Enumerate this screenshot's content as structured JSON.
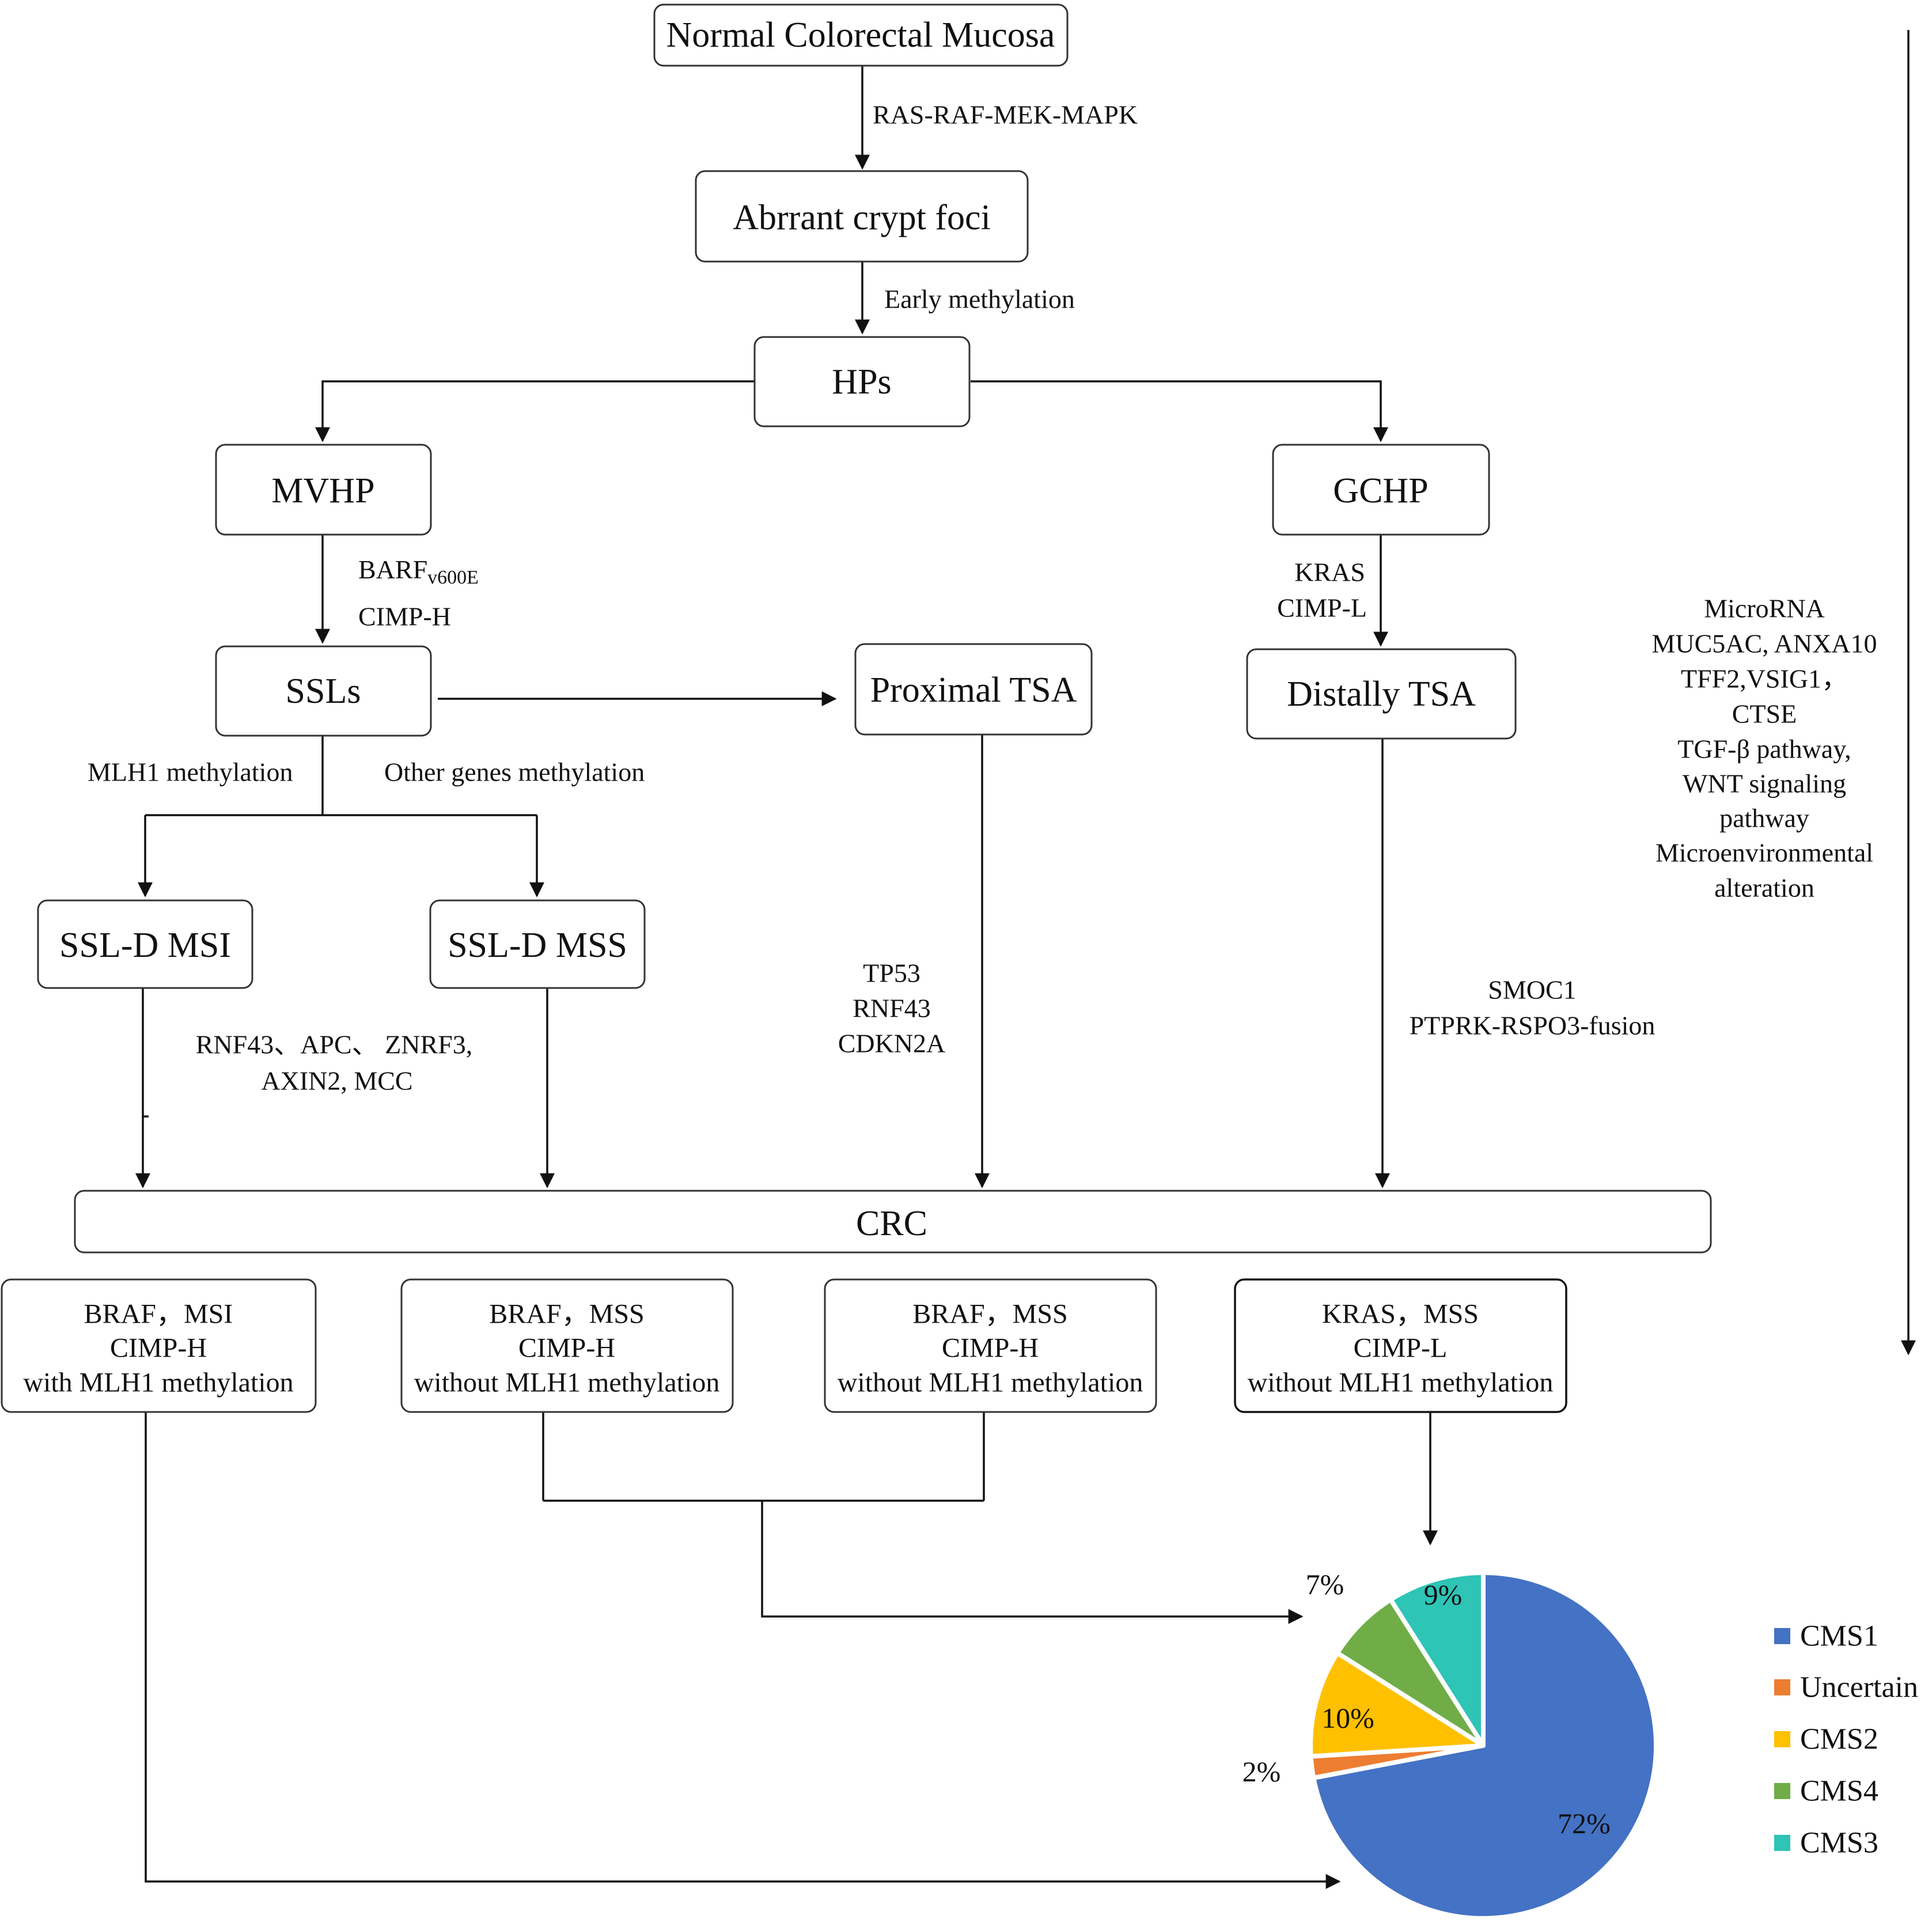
{
  "boxes": {
    "normal": "Normal Colorectal Mucosa",
    "acf": "Abrrant crypt foci",
    "hps": "HPs",
    "mvhp": "MVHP",
    "gchp": "GCHP",
    "ssls": "SSLs",
    "proximal_tsa": "Proximal TSA",
    "distal_tsa": "Distally TSA",
    "ssld_msi": "SSL-D MSI",
    "ssld_mss": "SSL-D MSS",
    "crc": "CRC"
  },
  "edge_labels": {
    "ras": "RAS-RAF-MEK-MAPK",
    "early_methylation": "Early methylation",
    "barf_main": "BARF",
    "barf_sub": "v600E",
    "cimp_h": "CIMP-H",
    "kras": "KRAS",
    "cimp_l": "CIMP-L",
    "mlh1_methylation": "MLH1 methylation",
    "other_methylation": "Other genes methylation",
    "rnf_line1": "RNF43、APC、 ZNRF3,",
    "rnf_line2": "AXIN2, MCC",
    "tp53": "TP53",
    "rnf43": "RNF43",
    "cdkn2a": "CDKN2A",
    "smoc1": "SMOC1",
    "ptprk": "PTPRK-RSPO3-fusion"
  },
  "side_note": [
    "MicroRNA",
    "MUC5AC, ANXA10",
    "TFF2,VSIG1，",
    "CTSE",
    "TGF-β pathway,",
    "WNT signaling",
    "pathway",
    "Microenvironmental",
    "alteration"
  ],
  "subtypes": [
    {
      "line1": "BRAF，MSI",
      "line2": "CIMP-H",
      "line3": "with MLH1 methylation"
    },
    {
      "line1": "BRAF，MSS",
      "line2": "CIMP-H",
      "line3": "without MLH1 methylation"
    },
    {
      "line1": "BRAF，MSS",
      "line2": "CIMP-H",
      "line3": "without MLH1 methylation"
    },
    {
      "line1": "KRAS，MSS",
      "line2": "CIMP-L",
      "line3": "without MLH1 methylation"
    }
  ],
  "chart_data": {
    "type": "pie",
    "slices": [
      {
        "label": "CMS1",
        "value": 72,
        "display": "72%",
        "color": "#4472C4"
      },
      {
        "label": "Uncertain",
        "value": 2,
        "display": "2%",
        "color": "#ED7D31"
      },
      {
        "label": "CMS2",
        "value": 10,
        "display": "10%",
        "color": "#FFC000"
      },
      {
        "label": "CMS4",
        "value": 7,
        "display": "7%",
        "color": "#70AD47"
      },
      {
        "label": "CMS3",
        "value": 9,
        "display": "9%",
        "color": "#2EC4B6"
      }
    ],
    "legend_position": "right"
  }
}
